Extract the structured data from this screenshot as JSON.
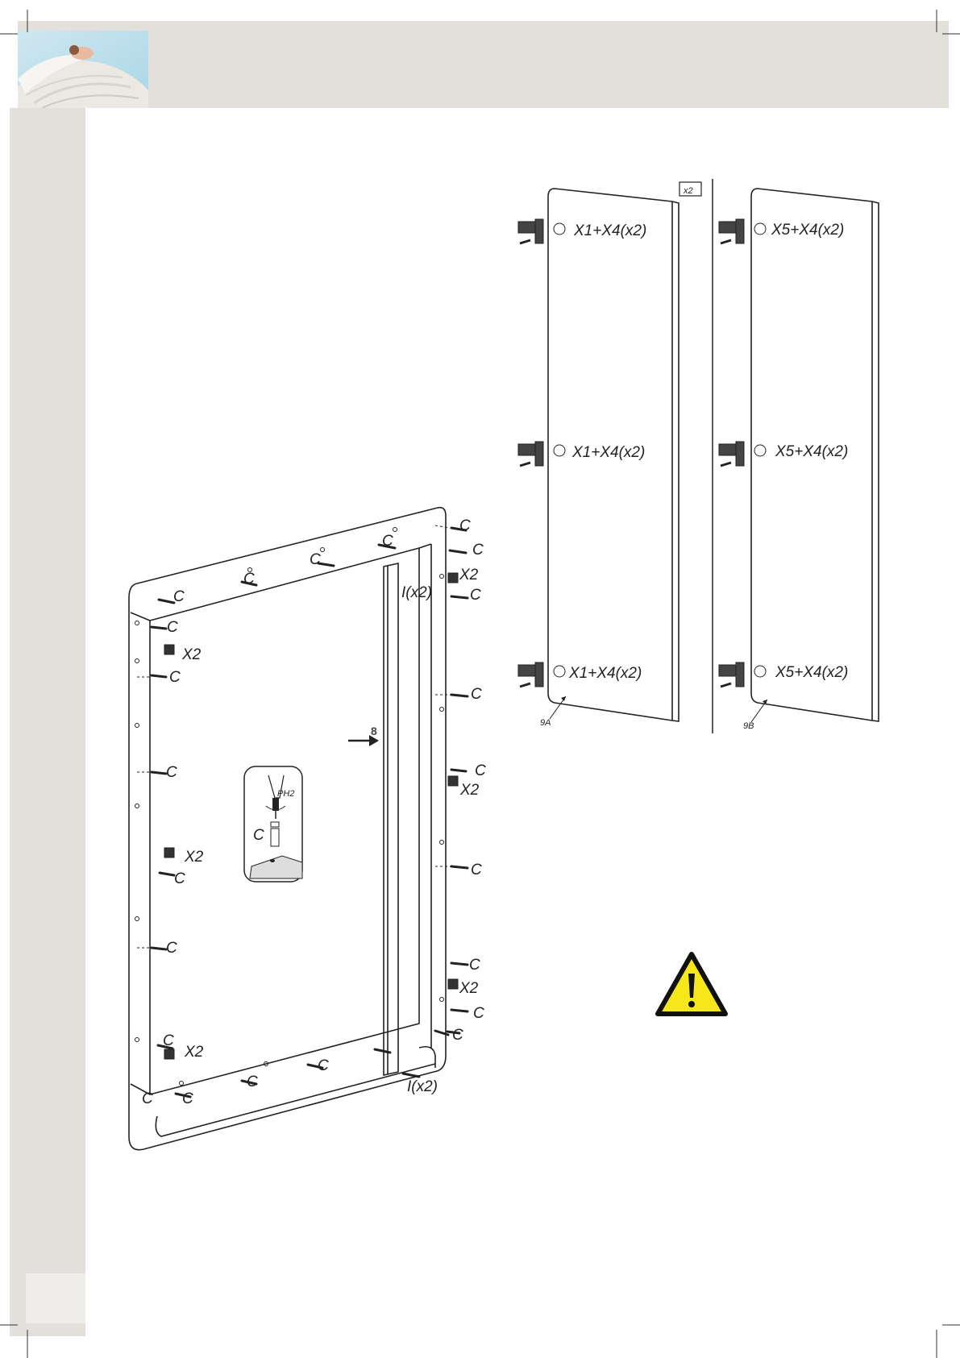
{
  "header": {
    "photo_icon": "feather-photo-icon"
  },
  "steps": {
    "arrow_number": "8"
  },
  "frame_labels": {
    "c": "C",
    "x2": "X2",
    "i_x2": "I(x2)"
  },
  "detail": {
    "ph2": "PH2",
    "c": "C"
  },
  "doors": {
    "quantity_badge": "x2",
    "left": {
      "id": "9A",
      "hinge_labels": [
        "X1+X4(x2)",
        "X1+X4(x2)",
        "X1+X4(x2)"
      ]
    },
    "right": {
      "id": "9B",
      "hinge_labels": [
        "X5+X4(x2)",
        "X5+X4(x2)",
        "X5+X4(x2)"
      ]
    }
  },
  "warning": {
    "icon": "warning-triangle-icon"
  },
  "colors": {
    "band": "#e3e0dc",
    "warning_yellow": "#f6e71a",
    "line": "#222222"
  }
}
